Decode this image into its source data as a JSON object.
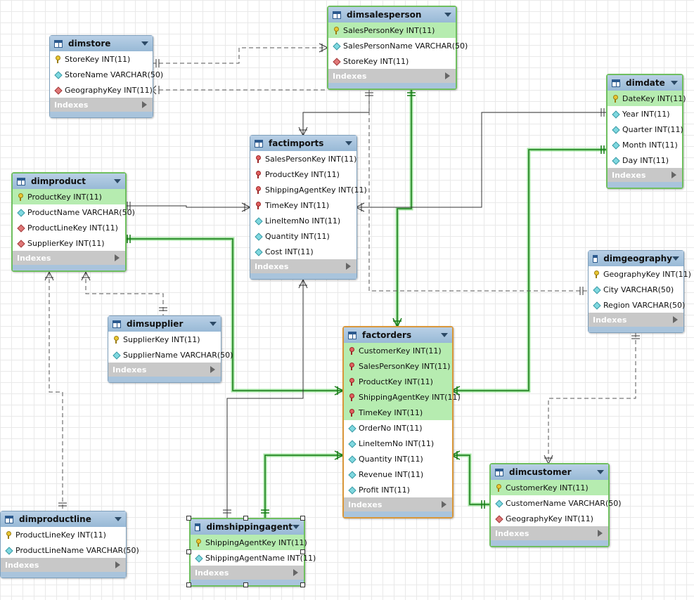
{
  "indexes_label": "Indexes",
  "tables": [
    {
      "id": "dimsalesperson",
      "title": "dimsalesperson",
      "columns": [
        {
          "icon": "key",
          "label": "SalesPersonKey INT(11)",
          "pk": true
        },
        {
          "icon": "dia",
          "label": "SalesPersonName VARCHAR(50)",
          "pk": false
        },
        {
          "icon": "fk",
          "label": "StoreKey INT(11)",
          "pk": false
        }
      ]
    },
    {
      "id": "dimstore",
      "title": "dimstore",
      "columns": [
        {
          "icon": "key",
          "label": "StoreKey INT(11)",
          "pk": false
        },
        {
          "icon": "dia",
          "label": "StoreName VARCHAR(50)",
          "pk": false
        },
        {
          "icon": "fk",
          "label": "GeographyKey INT(11)",
          "pk": false
        }
      ]
    },
    {
      "id": "dimdate",
      "title": "dimdate",
      "columns": [
        {
          "icon": "key",
          "label": "DateKey INT(11)",
          "pk": true
        },
        {
          "icon": "dia",
          "label": "Year INT(11)",
          "pk": false
        },
        {
          "icon": "dia",
          "label": "Quarter INT(11)",
          "pk": false
        },
        {
          "icon": "dia",
          "label": "Month INT(11)",
          "pk": false
        },
        {
          "icon": "dia",
          "label": "Day INT(11)",
          "pk": false
        }
      ]
    },
    {
      "id": "factimports",
      "title": "factimports",
      "columns": [
        {
          "icon": "fkpk",
          "label": "SalesPersonKey INT(11)",
          "pk": false
        },
        {
          "icon": "fkpk",
          "label": "ProductKey INT(11)",
          "pk": false
        },
        {
          "icon": "fkpk",
          "label": "ShippingAgentKey INT(11)",
          "pk": false
        },
        {
          "icon": "fkpk",
          "label": "TimeKey INT(11)",
          "pk": false
        },
        {
          "icon": "dia",
          "label": "LineItemNo INT(11)",
          "pk": false
        },
        {
          "icon": "dia",
          "label": "Quantity INT(11)",
          "pk": false
        },
        {
          "icon": "dia",
          "label": "Cost INT(11)",
          "pk": false
        }
      ]
    },
    {
      "id": "dimproduct",
      "title": "dimproduct",
      "columns": [
        {
          "icon": "key",
          "label": "ProductKey INT(11)",
          "pk": true
        },
        {
          "icon": "dia",
          "label": "ProductName VARCHAR(50)",
          "pk": false
        },
        {
          "icon": "fk",
          "label": "ProductLineKey INT(11)",
          "pk": false
        },
        {
          "icon": "fk",
          "label": "SupplierKey INT(11)",
          "pk": false
        }
      ]
    },
    {
      "id": "dimgeography",
      "title": "dimgeography",
      "columns": [
        {
          "icon": "key",
          "label": "GeographyKey INT(11)",
          "pk": false
        },
        {
          "icon": "dia",
          "label": "City VARCHAR(50)",
          "pk": false
        },
        {
          "icon": "dia",
          "label": "Region VARCHAR(50)",
          "pk": false
        }
      ]
    },
    {
      "id": "dimsupplier",
      "title": "dimsupplier",
      "columns": [
        {
          "icon": "key",
          "label": "SupplierKey INT(11)",
          "pk": false
        },
        {
          "icon": "dia",
          "label": "SupplierName VARCHAR(50)",
          "pk": false
        }
      ]
    },
    {
      "id": "factorders",
      "title": "factorders",
      "columns": [
        {
          "icon": "fkpk",
          "label": "CustomerKey INT(11)",
          "pk": true
        },
        {
          "icon": "fkpk",
          "label": "SalesPersonKey INT(11)",
          "pk": true
        },
        {
          "icon": "fkpk",
          "label": "ProductKey INT(11)",
          "pk": true
        },
        {
          "icon": "fkpk",
          "label": "ShippingAgentKey INT(11)",
          "pk": true
        },
        {
          "icon": "fkpk",
          "label": "TimeKey INT(11)",
          "pk": true
        },
        {
          "icon": "dia",
          "label": "OrderNo INT(11)",
          "pk": false
        },
        {
          "icon": "dia",
          "label": "LineItemNo INT(11)",
          "pk": false
        },
        {
          "icon": "dia",
          "label": "Quantity INT(11)",
          "pk": false
        },
        {
          "icon": "dia",
          "label": "Revenue INT(11)",
          "pk": false
        },
        {
          "icon": "dia",
          "label": "Profit INT(11)",
          "pk": false
        }
      ]
    },
    {
      "id": "dimcustomer",
      "title": "dimcustomer",
      "columns": [
        {
          "icon": "key",
          "label": "CustomerKey INT(11)",
          "pk": true
        },
        {
          "icon": "dia",
          "label": "CustomerName VARCHAR(50)",
          "pk": false
        },
        {
          "icon": "fk",
          "label": "GeographyKey INT(11)",
          "pk": false
        }
      ]
    },
    {
      "id": "dimproductline",
      "title": "dimproductline",
      "columns": [
        {
          "icon": "key",
          "label": "ProductLineKey INT(11)",
          "pk": false
        },
        {
          "icon": "dia",
          "label": "ProductLineName VARCHAR(50)",
          "pk": false
        }
      ]
    },
    {
      "id": "dimshippingagent",
      "title": "dimshippingagent",
      "columns": [
        {
          "icon": "key",
          "label": "ShippingAgentKey INT(11)",
          "pk": true
        },
        {
          "icon": "dia",
          "label": "ShippingAgentName INT(11)",
          "pk": false
        }
      ]
    }
  ]
}
